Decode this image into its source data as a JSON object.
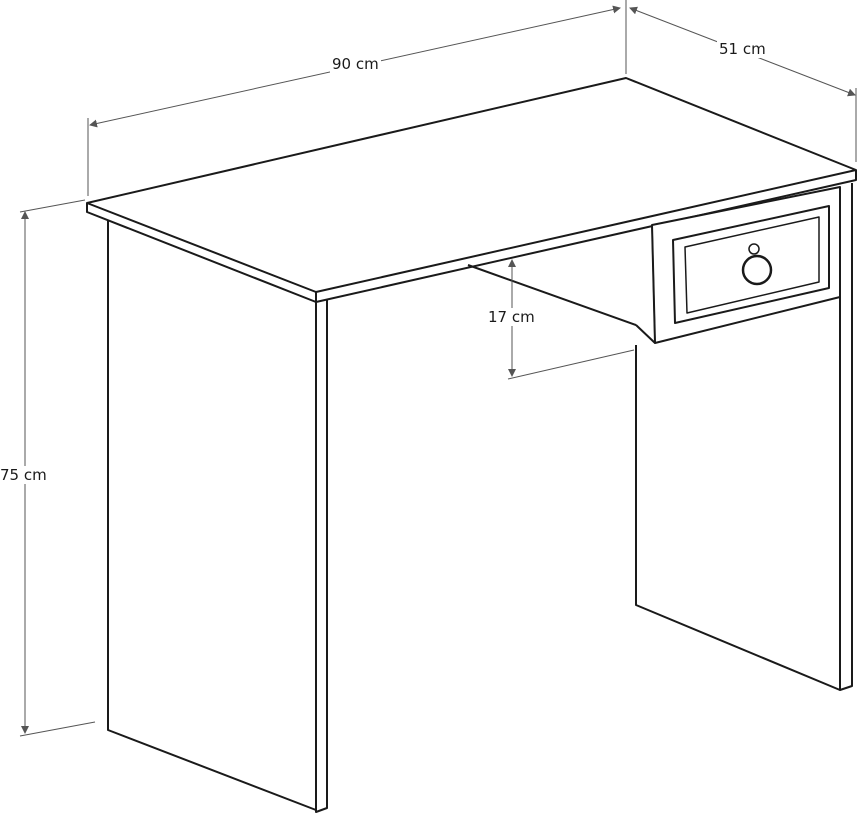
{
  "dimensions": {
    "width": "90 cm",
    "depth": "51 cm",
    "height": "75 cm",
    "drawer_height": "17 cm"
  },
  "colors": {
    "line": "#1a1a1a",
    "dim_line": "#555555",
    "background": "#ffffff"
  }
}
